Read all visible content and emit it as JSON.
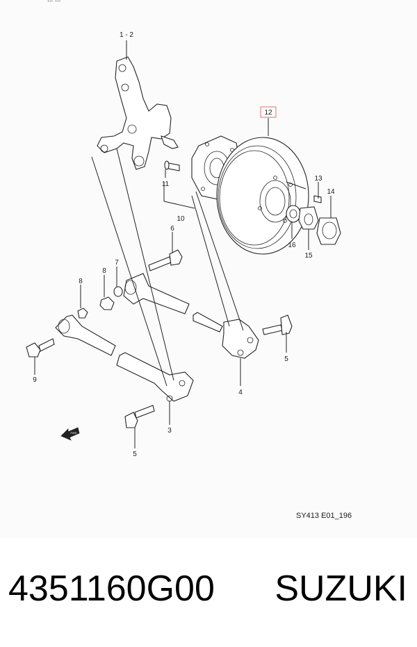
{
  "diagram": {
    "header_partial": "... ...",
    "reference_code": "SY413 E01_196",
    "fwd_label": "FWD",
    "highlighted_label": "12",
    "callouts": [
      "1 - 2",
      "12",
      "13",
      "14",
      "11",
      "10",
      "16",
      "15",
      "6",
      "8",
      "7",
      "5",
      "4",
      "9",
      "3",
      "5"
    ]
  },
  "footer": {
    "part_number": "4351160G00",
    "brand": "SUZUKI"
  },
  "colors": {
    "highlight_box": "#e07070",
    "ink": "#222222"
  }
}
